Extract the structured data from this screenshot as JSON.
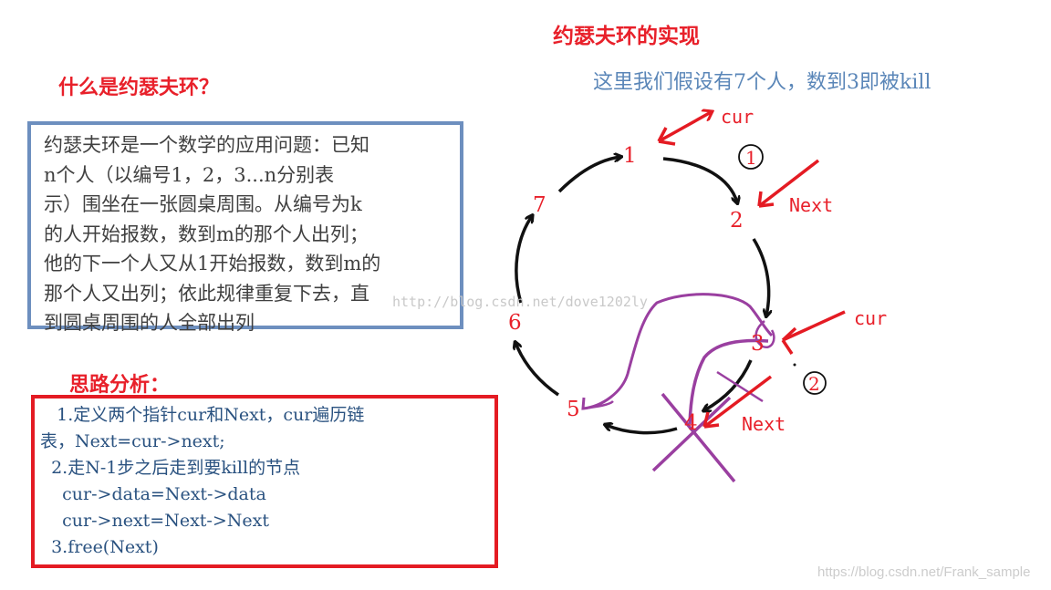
{
  "header": {
    "title": "约瑟夫环的实现",
    "subtitle": "这里我们假设有7个人，数到3即被kill"
  },
  "definition": {
    "heading": "什么是约瑟夫环？",
    "lines": [
      "约瑟夫环是一个数学的应用问题：已知",
      "n个人（以编号1，2，3...n分别表",
      "示）围坐在一张圆桌周围。从编号为k",
      "的人开始报数，数到m的那个人出列；",
      "他的下一个人又从1开始报数，数到m的",
      "那个人又出列；依此规律重复下去，直",
      "到圆桌周围的人全部出列"
    ]
  },
  "analysis": {
    "heading": "思路分析：",
    "lines": [
      "   1.定义两个指针cur和Next，cur遍历链",
      "表，Next=cur->next;",
      "  2.走N-1步之后走到要kill的节点",
      "    cur->data=Next->data",
      "    cur->next=Next->Next",
      "  3.free(Next)"
    ]
  },
  "diagram": {
    "nodes": [
      "1",
      "2",
      "3",
      "4",
      "5",
      "6",
      "7"
    ],
    "pointers": {
      "cur_top": "cur",
      "next_top": "Next",
      "cur_bottom": "cur",
      "next_bottom": "Next"
    },
    "step_marks": [
      "1",
      "2"
    ]
  },
  "watermarks": {
    "middle": "http://blog.csdn.net/dove1202ly",
    "corner": "https://blog.csdn.net/Frank_sample"
  },
  "colors": {
    "red": "#e8202a",
    "blue_text": "#5a86b8",
    "box_blue": "#6d8fbf",
    "purple": "#9a3fa0",
    "black": "#111111"
  }
}
